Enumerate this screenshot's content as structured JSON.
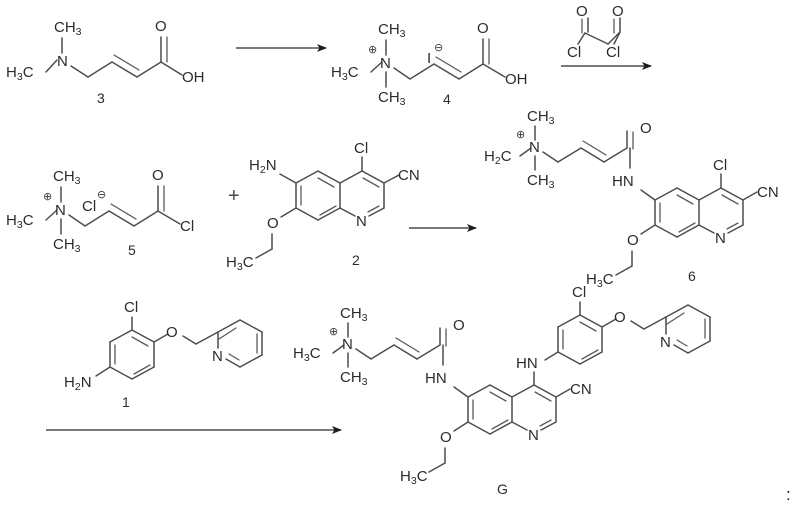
{
  "document": {
    "kind": "chemical-reaction-scheme",
    "title": "Synthesis scheme of compound G (neratinib) from compounds 3, 4, 5, 2, 6 and 1",
    "bottom_right_mark": ":"
  },
  "labels": {
    "compound_3": "3",
    "compound_4": "4",
    "compound_5": "5",
    "compound_2": "2",
    "compound_6": "6",
    "compound_1": "1",
    "compound_G": "G",
    "plus_sign": "+"
  },
  "atoms": {
    "H3C": "H",
    "H3C_sub": "3",
    "H3C_tail": "C",
    "H2C": "H",
    "H2C_sub": "2",
    "H2C_tail": "C",
    "N": "N",
    "CH3": "CH",
    "CH3_sub": "3",
    "O": "O",
    "OH": "OH",
    "I": "I",
    "Cl": "Cl",
    "CN": "CN",
    "H2N": "H",
    "H2N_sub": "2",
    "H2N_tail": "N",
    "HN": "HN",
    "plus_charge": "⊕",
    "minus_charge": "⊖"
  },
  "structures": [
    {
      "id": "compound-3",
      "label": "3",
      "name": "(E)-4-(dimethylamino)but-2-enoic acid",
      "atom_labels": [
        "H3C",
        "N",
        "CH3",
        "O",
        "OH"
      ]
    },
    {
      "id": "compound-4",
      "label": "4",
      "name": "(E)-4-carboxy-N,N,N-trimethylbut-2-en-1-aminium iodide",
      "atom_labels": [
        "H3C",
        "N",
        "CH3",
        "CH3",
        "I",
        "O",
        "OH"
      ],
      "charges": [
        "⊕",
        "⊖"
      ]
    },
    {
      "id": "reagent-oxalyl-chloride",
      "label": "",
      "name": "oxalyl chloride",
      "atom_labels": [
        "O",
        "O",
        "Cl",
        "Cl"
      ]
    },
    {
      "id": "compound-5",
      "label": "5",
      "name": "(E)-4-chloro-4-oxo-N,N,N-trimethylbut-2-en-1-aminium chloride",
      "atom_labels": [
        "H3C",
        "N",
        "CH3",
        "CH3",
        "Cl",
        "O",
        "Cl"
      ],
      "charges": [
        "⊕",
        "⊖"
      ]
    },
    {
      "id": "compound-2",
      "label": "2",
      "name": "6-amino-4-chloro-7-ethoxyquinoline-3-carbonitrile",
      "atom_labels": [
        "H2N",
        "Cl",
        "CN",
        "N",
        "O",
        "H3C"
      ]
    },
    {
      "id": "compound-6",
      "label": "6",
      "name": "(E)-4-[(4-chloro-3-cyano-7-ethoxyquinolin-6-yl)amino]-N,N-dimethyl-4-oxobut-2-en-1-aminium",
      "atom_labels": [
        "H2C",
        "N",
        "CH3",
        "CH3",
        "O",
        "HN",
        "Cl",
        "CN",
        "N",
        "O",
        "H3C"
      ],
      "charges": [
        "⊕"
      ]
    },
    {
      "id": "compound-1",
      "label": "1",
      "name": "3-chloro-4-(pyridin-2-ylmethoxy)aniline",
      "atom_labels": [
        "H2N",
        "Cl",
        "O",
        "N"
      ]
    },
    {
      "id": "compound-G",
      "label": "G",
      "name": "neratinium cation",
      "atom_labels": [
        "H3C",
        "N",
        "CH3",
        "CH3",
        "O",
        "HN",
        "O",
        "H3C",
        "CN",
        "N",
        "HN",
        "Cl",
        "O",
        "N"
      ],
      "charges": [
        "⊕"
      ]
    }
  ],
  "arrows": [
    {
      "id": "arrow-1",
      "from": "compound-3",
      "to": "compound-4",
      "reagent": ""
    },
    {
      "id": "arrow-2",
      "from": "compound-4",
      "to": "compound-5",
      "reagent": "oxalyl chloride"
    },
    {
      "id": "arrow-3",
      "from": "compounds-5-and-2",
      "to": "compound-6",
      "reagent": ""
    },
    {
      "id": "arrow-4",
      "from": "compounds-6-and-1",
      "to": "compound-G",
      "reagent": ""
    }
  ]
}
